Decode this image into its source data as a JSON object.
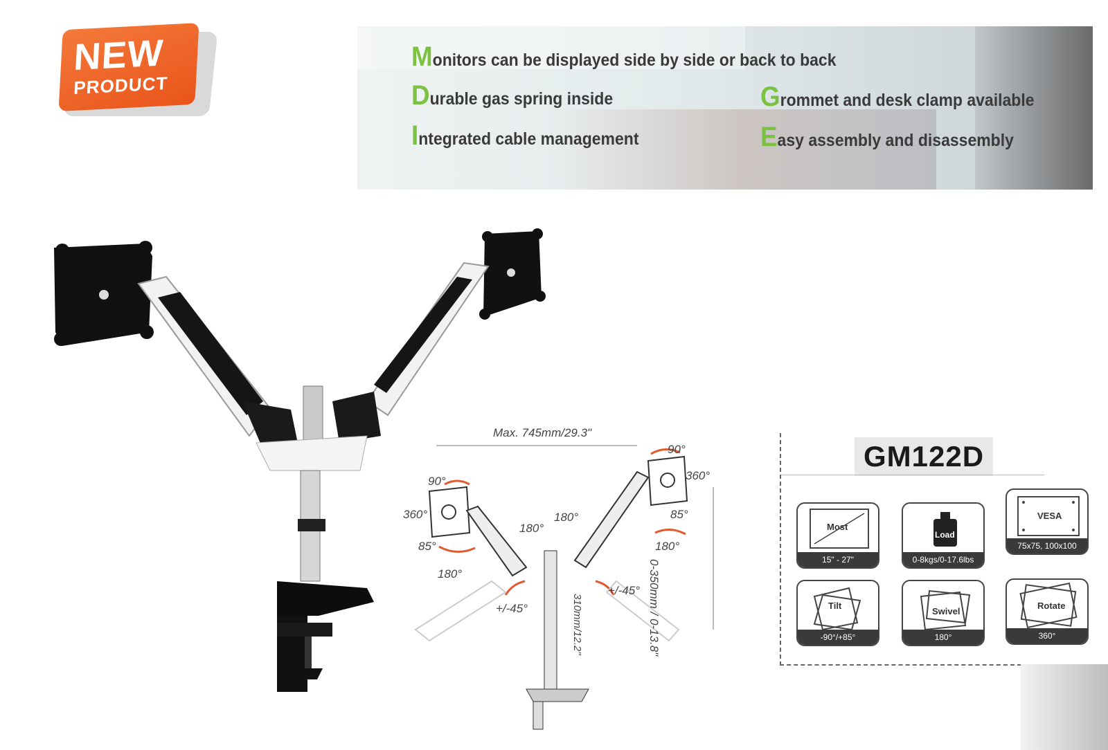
{
  "badge": {
    "new": "NEW",
    "product": "PRODUCT"
  },
  "features": [
    {
      "cap": "M",
      "rest": "onitors can be displayed side by side or back to back"
    },
    {
      "cap": "D",
      "rest": "urable gas spring inside"
    },
    {
      "cap": "I",
      "rest": "ntegrated cable management"
    },
    {
      "cap": "G",
      "rest": "rommet and desk clamp available"
    },
    {
      "cap": "E",
      "rest": "asy assembly and disassembly"
    }
  ],
  "diagram": {
    "max_width": "Max. 745mm/29.3\"",
    "left_90": "90°",
    "left_360": "360°",
    "left_85": "85°",
    "left_180": "180°",
    "mid_180_left": "180°",
    "mid_180_right": "180°",
    "right_90": "90°",
    "right_360": "360°",
    "right_85": "85°",
    "right_180": "180°",
    "tilt_left": "+/-45°",
    "tilt_right": "+/-45°",
    "height_range": "0-350mm / 0-13.8\"",
    "pole_height": "310mm/12.2\""
  },
  "model": "GM122D",
  "specs": {
    "screen": {
      "label": "Most",
      "value": "15\" - 27\""
    },
    "load": {
      "label": "Load",
      "value": "0-8kgs/0-17.6lbs"
    },
    "vesa": {
      "label": "VESA",
      "value": "75x75, 100x100"
    },
    "tilt": {
      "label": "Tilt",
      "value": "-90°/+85°"
    },
    "swivel": {
      "label": "Swivel",
      "value": "180°"
    },
    "rotate": {
      "label": "Rotate",
      "value": "360°"
    }
  },
  "colors": {
    "badge": "#e9541a",
    "feature_cap": "#7cc242",
    "text": "#3a3a3a",
    "spec_bar": "#3a3a3a"
  }
}
